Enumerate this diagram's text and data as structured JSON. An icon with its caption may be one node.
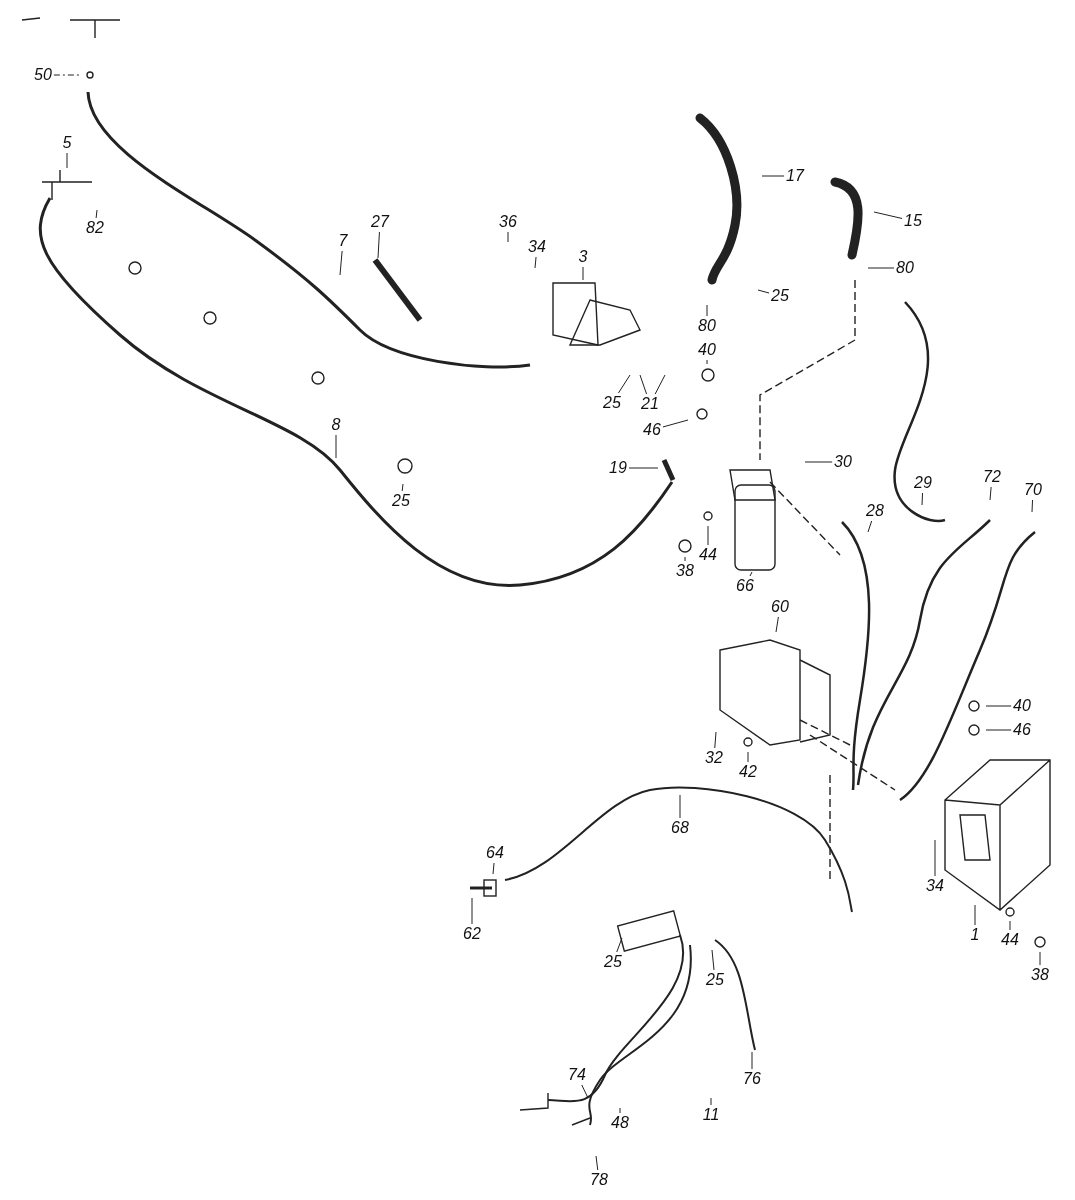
{
  "diagram": {
    "nodes": [
      {
        "text": [
          "50"
        ]
      },
      {
        "text": [
          "5"
        ]
      },
      {
        "text": [
          "82"
        ]
      },
      {
        "text": [
          "7"
        ]
      },
      {
        "text": [
          "27"
        ]
      },
      {
        "text": [
          "36"
        ]
      },
      {
        "text": [
          "34"
        ]
      },
      {
        "text": [
          "3"
        ]
      },
      {
        "text": [
          "17"
        ]
      },
      {
        "text": [
          "15"
        ]
      },
      {
        "text": [
          "80"
        ]
      },
      {
        "text": [
          "80"
        ]
      },
      {
        "text": [
          "25"
        ]
      },
      {
        "text": [
          "40"
        ]
      },
      {
        "text": [
          "25"
        ]
      },
      {
        "text": [
          "21"
        ]
      },
      {
        "text": [
          "46"
        ]
      },
      {
        "text": [
          "8"
        ]
      },
      {
        "text": [
          "19"
        ]
      },
      {
        "text": [
          "25"
        ]
      },
      {
        "text": [
          "30"
        ]
      },
      {
        "text": [
          "29"
        ]
      },
      {
        "text": [
          "72"
        ]
      },
      {
        "text": [
          "70"
        ]
      },
      {
        "text": [
          "28"
        ]
      },
      {
        "text": [
          "38"
        ]
      },
      {
        "text": [
          "44"
        ]
      },
      {
        "text": [
          "66"
        ]
      },
      {
        "text": [
          "60"
        ]
      },
      {
        "text": [
          "32"
        ]
      },
      {
        "text": [
          "42"
        ]
      },
      {
        "text": [
          "40"
        ]
      },
      {
        "text": [
          "46"
        ]
      },
      {
        "text": [
          "68"
        ]
      },
      {
        "text": [
          "64"
        ]
      },
      {
        "text": [
          "62"
        ]
      },
      {
        "text": [
          "34"
        ]
      },
      {
        "text": [
          "1"
        ]
      },
      {
        "text": [
          "44"
        ]
      },
      {
        "text": [
          "38"
        ]
      },
      {
        "text": [
          "25"
        ]
      },
      {
        "text": [
          "25"
        ]
      },
      {
        "text": [
          "74"
        ]
      },
      {
        "text": [
          "76"
        ]
      },
      {
        "text": [
          "11"
        ]
      },
      {
        "text": [
          "48"
        ]
      },
      {
        "text": [
          "78"
        ]
      }
    ],
    "edges": [
      {
        "from": 0,
        "to": null,
        "arrow": "none",
        "style": "dashed"
      },
      {
        "from": 1,
        "to": null,
        "arrow": "none"
      },
      {
        "from": 2,
        "to": null,
        "arrow": "none"
      },
      {
        "from": 3,
        "to": null,
        "arrow": "none"
      },
      {
        "from": 4,
        "to": null,
        "arrow": "none"
      },
      {
        "from": 5,
        "to": null,
        "arrow": "none"
      },
      {
        "from": 6,
        "to": null,
        "arrow": "none"
      },
      {
        "from": 7,
        "to": null,
        "arrow": "none"
      },
      {
        "from": 8,
        "to": null,
        "arrow": "none"
      },
      {
        "from": 9,
        "to": null,
        "arrow": "none"
      },
      {
        "from": 10,
        "to": null,
        "arrow": "none"
      },
      {
        "from": 11,
        "to": null,
        "arrow": "none"
      },
      {
        "from": 12,
        "to": null,
        "arrow": "none"
      },
      {
        "from": 13,
        "to": null,
        "arrow": "none"
      },
      {
        "from": 14,
        "to": null,
        "arrow": "none"
      },
      {
        "from": 15,
        "to": null,
        "arrow": "none"
      },
      {
        "from": 15,
        "to": null,
        "arrow": "none"
      },
      {
        "from": 16,
        "to": null,
        "arrow": "none"
      },
      {
        "from": 17,
        "to": null,
        "arrow": "none"
      },
      {
        "from": 18,
        "to": null,
        "arrow": "none"
      },
      {
        "from": 19,
        "to": null,
        "arrow": "none"
      },
      {
        "from": 20,
        "to": null,
        "arrow": "none"
      },
      {
        "from": 21,
        "to": null,
        "arrow": "none"
      },
      {
        "from": 22,
        "to": null,
        "arrow": "none"
      },
      {
        "from": 23,
        "to": null,
        "arrow": "none"
      },
      {
        "from": 24,
        "to": null,
        "arrow": "none"
      },
      {
        "from": 25,
        "to": null,
        "arrow": "none"
      },
      {
        "from": 26,
        "to": null,
        "arrow": "none"
      },
      {
        "from": 27,
        "to": null,
        "arrow": "none"
      },
      {
        "from": 28,
        "to": null,
        "arrow": "none"
      },
      {
        "from": 29,
        "to": null,
        "arrow": "none"
      },
      {
        "from": 30,
        "to": null,
        "arrow": "none"
      },
      {
        "from": 31,
        "to": null,
        "arrow": "none"
      },
      {
        "from": 32,
        "to": null,
        "arrow": "none"
      },
      {
        "from": 33,
        "to": null,
        "arrow": "none"
      },
      {
        "from": 34,
        "to": null,
        "arrow": "none"
      },
      {
        "from": 35,
        "to": null,
        "arrow": "none"
      },
      {
        "from": 36,
        "to": null,
        "arrow": "none"
      },
      {
        "from": 37,
        "to": null,
        "arrow": "none"
      },
      {
        "from": 38,
        "to": null,
        "arrow": "none"
      },
      {
        "from": 39,
        "to": null,
        "arrow": "none"
      },
      {
        "from": 40,
        "to": null,
        "arrow": "none"
      },
      {
        "from": 41,
        "to": null,
        "arrow": "none"
      },
      {
        "from": 42,
        "to": null,
        "arrow": "none"
      },
      {
        "from": 43,
        "to": null,
        "arrow": "none"
      },
      {
        "from": 44,
        "to": null,
        "arrow": "none"
      },
      {
        "from": 45,
        "to": null,
        "arrow": "none"
      },
      {
        "from": 46,
        "to": null,
        "arrow": "none"
      }
    ]
  }
}
